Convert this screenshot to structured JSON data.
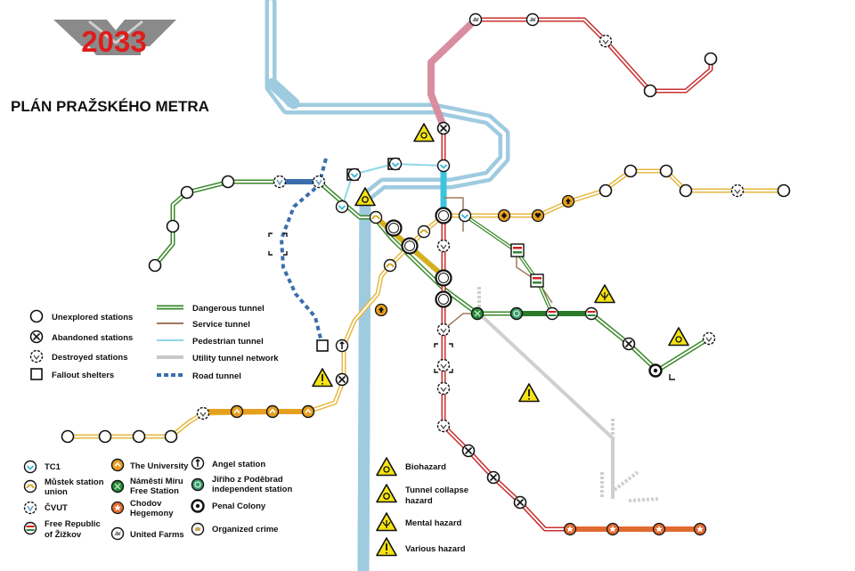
{
  "logo": {
    "text": "2033"
  },
  "title": "PLÁN PRAŽSKÉHO METRA",
  "legend_station_types": [
    {
      "key": "unexplored",
      "label": "Unexplored stations",
      "icon": "empty-circle-icon"
    },
    {
      "key": "abandoned",
      "label": "Abandoned stations",
      "icon": "x-circle-icon"
    },
    {
      "key": "destroyed",
      "label": "Destroyed stations",
      "icon": "destroyed-circle-icon"
    },
    {
      "key": "shelter",
      "label": "Fallout shelters",
      "icon": "square-icon"
    }
  ],
  "legend_tunnels": [
    {
      "key": "dangerous",
      "label": "Dangerous tunnel",
      "color": "#3a8a2a"
    },
    {
      "key": "service",
      "label": "Service tunnel",
      "color": "#a0785a"
    },
    {
      "key": "pedestrian",
      "label": "Pedestrian tunnel",
      "color": "#8fd8e8"
    },
    {
      "key": "utility",
      "label": "Utility tunnel network",
      "color": "#c8c8c8"
    },
    {
      "key": "road",
      "label": "Road tunnel",
      "color": "#4a7ab0"
    }
  ],
  "legend_factions": [
    {
      "key": "tc1",
      "label": "TC1",
      "color": "#5ac8dc",
      "icon": "tc1-icon"
    },
    {
      "key": "mustek",
      "label": "Můstek station union",
      "color": "#e6c230",
      "icon": "mustek-icon"
    },
    {
      "key": "cvut",
      "label": "ČVUT",
      "color": "#6aa0c8",
      "icon": "cvut-icon"
    },
    {
      "key": "zizkov",
      "label": "Free Republic of Žižkov",
      "color": "#d02020",
      "icon": "flag-icon"
    },
    {
      "key": "university",
      "label": "The University",
      "color": "#e6a020",
      "icon": "university-icon"
    },
    {
      "key": "namesti",
      "label": "Náměstí Míru Free Station",
      "color": "#2a8a3a",
      "icon": "namesti-icon"
    },
    {
      "key": "chodov",
      "label": "Chodov Hegemony",
      "color": "#e06a30",
      "icon": "star-icon"
    },
    {
      "key": "farms",
      "label": "United Farms",
      "color": "#888888",
      "icon": "farm-icon"
    },
    {
      "key": "angel",
      "label": "Angel station",
      "color": "#222222",
      "icon": "angel-icon"
    },
    {
      "key": "jiriho",
      "label": "Jiřího z Poděbrad independent station",
      "color": "#3a9a6a",
      "icon": "jiriho-icon"
    },
    {
      "key": "penal",
      "label": "Penal Colony",
      "color": "#111111",
      "icon": "penal-icon"
    },
    {
      "key": "crime",
      "label": "Organized crime",
      "color": "#c8a860",
      "icon": "crime-icon"
    }
  ],
  "legend_hazards": [
    {
      "key": "bio",
      "label": "Biohazard",
      "icon": "biohazard-icon"
    },
    {
      "key": "collapse",
      "label": "Tunnel collapse hazard",
      "icon": "collapse-hazard-icon"
    },
    {
      "key": "mental",
      "label": "Mental hazard",
      "icon": "mental-hazard-icon"
    },
    {
      "key": "various",
      "label": "Various hazard",
      "icon": "warning-icon"
    }
  ]
}
